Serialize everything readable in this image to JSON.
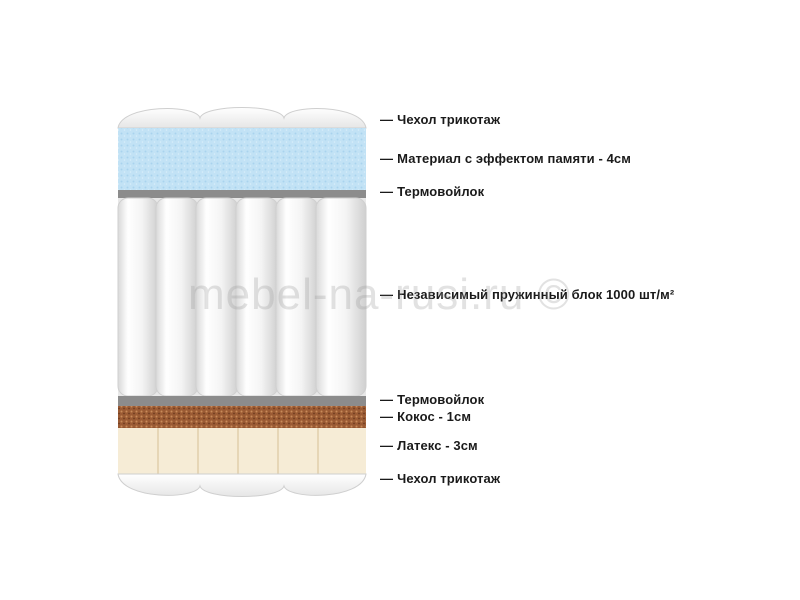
{
  "layers": [
    {
      "label": "Чехол трикотаж"
    },
    {
      "label": "Материал с эффектом памяти - 4см"
    },
    {
      "label": "Термовойлок"
    },
    {
      "label": "Независимый пружинный блок 1000 шт/м²"
    },
    {
      "label": "Термовойлок"
    },
    {
      "label": "Кокос - 1см"
    },
    {
      "label": "Латекс - 3см"
    },
    {
      "label": "Чехол трикотаж"
    }
  ],
  "dash": "—",
  "watermark": "mebel-na-rusi.ru ©",
  "colors": {
    "memory_foam": "#bfe0f4",
    "felt": "#8c8c8c",
    "spring": "#f2f2f2",
    "coconut": "#9a5a32",
    "latex": "#f6ecd6"
  }
}
